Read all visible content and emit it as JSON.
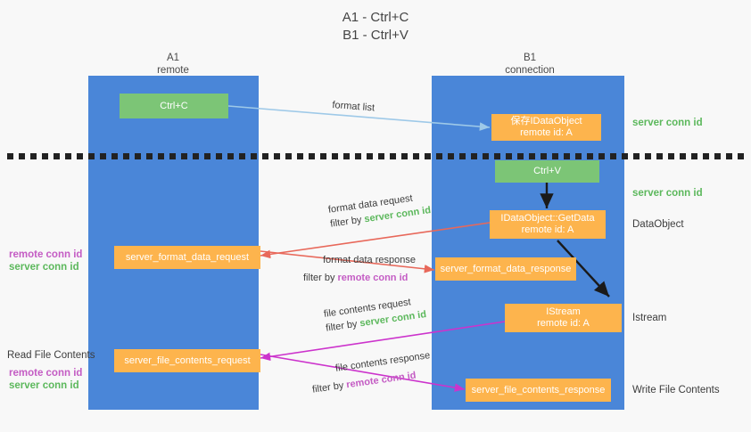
{
  "title": {
    "line1": "A1 - Ctrl+C",
    "line2": "B1 - Ctrl+V"
  },
  "columns": [
    {
      "name": "A1",
      "sub": "remote"
    },
    {
      "name": "B1",
      "sub": "connection"
    }
  ],
  "colors": {
    "lane": "#4a86d8",
    "green_box": "#7cc576",
    "orange_box": "#fdb44d",
    "server_conn_id": "#5cb85c",
    "remote_conn_id": "#c45cc4",
    "arrow_format_list": "#9ec9e8",
    "arrow_format_data": "#e8685a",
    "arrow_file_contents": "#cc33cc",
    "arrow_black": "#1a1a1a",
    "separator": "#222222",
    "background": "#f8f8f8"
  },
  "boxes": {
    "ctrl_c": "Ctrl+C",
    "ctrl_v": "Ctrl+V",
    "save_idataobject_l1": "保存IDataObject",
    "save_idataobject_l2": "remote id: A",
    "getdata_l1": "IDataObject::GetData",
    "getdata_l2": "remote id: A",
    "istream_l1": "IStream",
    "istream_l2": "remote id: A",
    "server_format_data_request": "server_format_data_request",
    "server_format_data_response": "server_format_data_response",
    "server_file_contents_request": "server_file_contents_request",
    "server_file_contents_response": "server_file_contents_response"
  },
  "right_notes": {
    "server_conn_id_top": "server conn id",
    "server_conn_id_mid": "server conn id",
    "dataobject": "DataObject",
    "istream": "Istream",
    "write_file_contents": "Write File Contents"
  },
  "left_notes": {
    "remote_conn_id_1": "remote conn id",
    "server_conn_id_1": "server conn id",
    "read_file_contents": "Read File Contents",
    "remote_conn_id_2": "remote conn id",
    "server_conn_id_2": "server conn id"
  },
  "edges": {
    "format_list": {
      "label": "format list"
    },
    "format_data_request": {
      "l1": "format data request",
      "l2_prefix": "filter by ",
      "l2_key": "server conn id"
    },
    "format_data_response": {
      "l1": "format data response",
      "l2_prefix": "filter by ",
      "l2_key": "remote conn id"
    },
    "file_contents_request": {
      "l1": "file contents request",
      "l2_prefix": "filter by ",
      "l2_key": "server conn id"
    },
    "file_contents_response": {
      "l1": "file contents response",
      "l2_prefix": "filter by ",
      "l2_key": "remote conn id"
    }
  }
}
